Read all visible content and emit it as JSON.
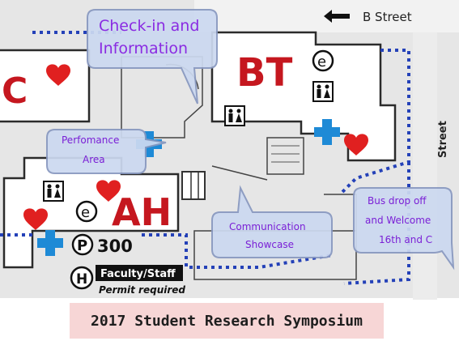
{
  "street_labels": {
    "b_street": "B Street",
    "side_street": "Street"
  },
  "buildings": {
    "bt": "BT",
    "ah": "AH",
    "c": "C"
  },
  "parking": {
    "lot_letter": "P",
    "lot_number": "300",
    "faculty_staff": "Faculty/Staff",
    "permit_required": "Permit required"
  },
  "map_symbols": {
    "elevator_letter": "e",
    "accessible_letter": "H"
  },
  "callouts": {
    "checkin_line1": "Check-in and",
    "checkin_line2": "Information",
    "performance_line1": "Perfomance",
    "performance_line2": "Area",
    "communication_line1": "Communication",
    "communication_line2": "Showcase",
    "bus_line1": "Bus drop off",
    "bus_line2": "and Welcome",
    "bus_line3": "16th and C"
  },
  "caption": "2017 Student Research Symposium",
  "colors": {
    "building_label": "#c5171f",
    "heart": "#e02020",
    "first_aid_cross": "#1e8ad6",
    "dotted_path": "#2441b8",
    "callout_fill": "#ccd9f0",
    "callout_text": "#8a2be2",
    "caption_bg": "#f7d6d6"
  },
  "icons": [
    "heart-icon",
    "first-aid-cross-icon",
    "restroom-icon",
    "elevator-icon",
    "parking-icon",
    "accessible-icon",
    "arrow-left-icon"
  ]
}
